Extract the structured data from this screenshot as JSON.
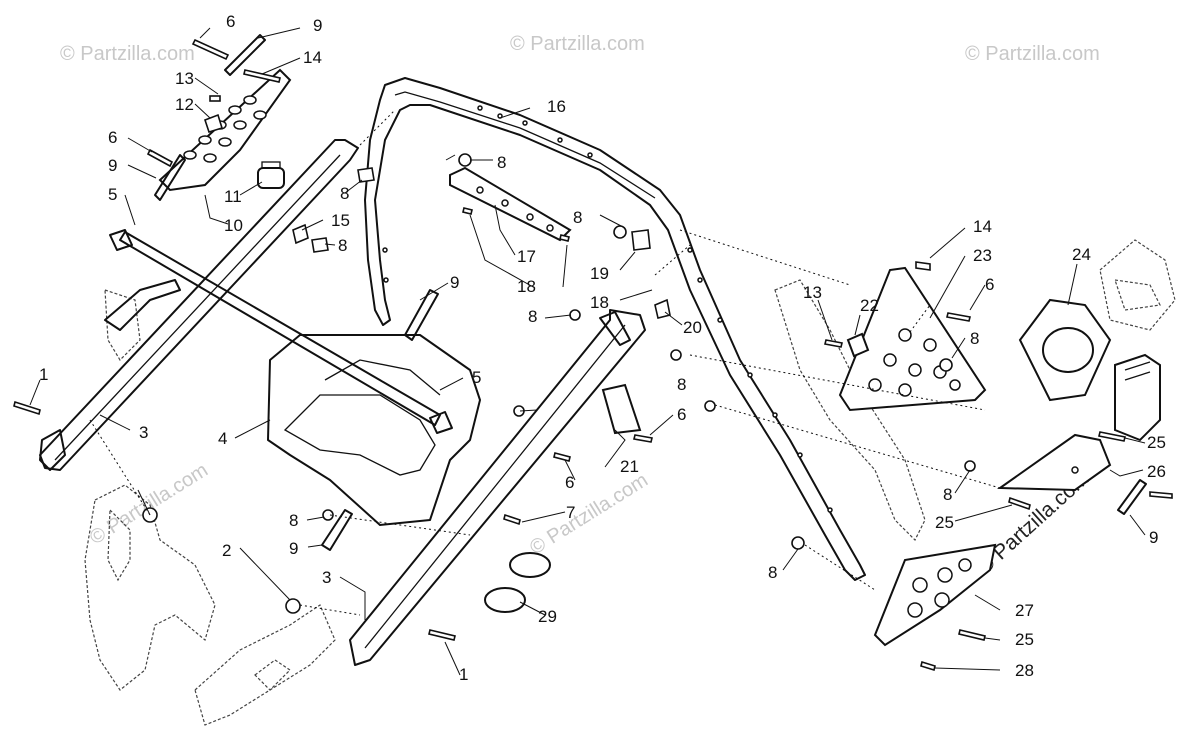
{
  "watermark": {
    "text": "© Partzilla.com",
    "brand_text": "© Partzilla.com"
  },
  "callouts": [
    {
      "id": "c-6a",
      "label": "6"
    },
    {
      "id": "c-9a",
      "label": "9"
    },
    {
      "id": "c-14a",
      "label": "14"
    },
    {
      "id": "c-13a",
      "label": "13"
    },
    {
      "id": "c-12",
      "label": "12"
    },
    {
      "id": "c-6b",
      "label": "6"
    },
    {
      "id": "c-9b",
      "label": "9"
    },
    {
      "id": "c-5a",
      "label": "5"
    },
    {
      "id": "c-11",
      "label": "11"
    },
    {
      "id": "c-10",
      "label": "10"
    },
    {
      "id": "c-8a",
      "label": "8"
    },
    {
      "id": "c-15",
      "label": "15"
    },
    {
      "id": "c-8b",
      "label": "8"
    },
    {
      "id": "c-16",
      "label": "16"
    },
    {
      "id": "c-8c",
      "label": "8"
    },
    {
      "id": "c-17",
      "label": "17"
    },
    {
      "id": "c-18a",
      "label": "18"
    },
    {
      "id": "c-8d",
      "label": "8"
    },
    {
      "id": "c-19",
      "label": "19"
    },
    {
      "id": "c-18b",
      "label": "18"
    },
    {
      "id": "c-20",
      "label": "20"
    },
    {
      "id": "c-9c",
      "label": "9"
    },
    {
      "id": "c-8e",
      "label": "8"
    },
    {
      "id": "c-14b",
      "label": "14"
    },
    {
      "id": "c-23",
      "label": "23"
    },
    {
      "id": "c-24",
      "label": "24"
    },
    {
      "id": "c-13b",
      "label": "13"
    },
    {
      "id": "c-22",
      "label": "22"
    },
    {
      "id": "c-6c",
      "label": "6"
    },
    {
      "id": "c-8f",
      "label": "8"
    },
    {
      "id": "c-1a",
      "label": "1"
    },
    {
      "id": "c-3a",
      "label": "3"
    },
    {
      "id": "c-4",
      "label": "4"
    },
    {
      "id": "c-5b",
      "label": "5"
    },
    {
      "id": "c-8g",
      "label": "8"
    },
    {
      "id": "c-6d",
      "label": "6"
    },
    {
      "id": "c-21",
      "label": "21"
    },
    {
      "id": "c-25a",
      "label": "25"
    },
    {
      "id": "c-26",
      "label": "26"
    },
    {
      "id": "c-6e",
      "label": "6"
    },
    {
      "id": "c-7",
      "label": "7"
    },
    {
      "id": "c-8h",
      "label": "8"
    },
    {
      "id": "c-9d",
      "label": "9"
    },
    {
      "id": "c-2",
      "label": "2"
    },
    {
      "id": "c-8i",
      "label": "8"
    },
    {
      "id": "c-25b",
      "label": "25"
    },
    {
      "id": "c-9e",
      "label": "9"
    },
    {
      "id": "c-3b",
      "label": "3"
    },
    {
      "id": "c-29",
      "label": "29"
    },
    {
      "id": "c-8j",
      "label": "8"
    },
    {
      "id": "c-27",
      "label": "27"
    },
    {
      "id": "c-25c",
      "label": "25"
    },
    {
      "id": "c-1b",
      "label": "1"
    },
    {
      "id": "c-28",
      "label": "28"
    }
  ]
}
